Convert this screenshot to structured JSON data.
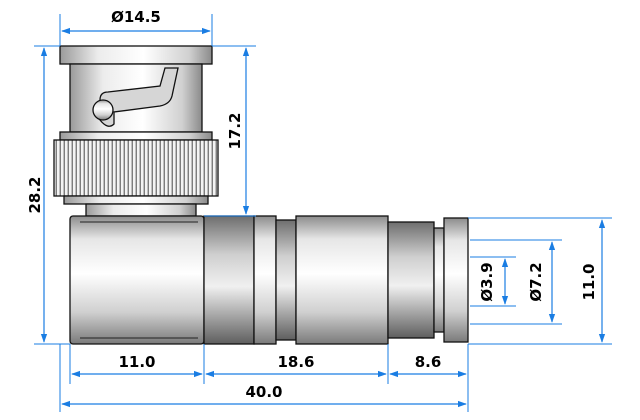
{
  "drawing": {
    "subject": "right-angle BNC connector",
    "colors": {
      "dimension": "#1a7de3",
      "outline": "#111111",
      "body_light": "#f2f2f2",
      "body_mid": "#d9d9d9",
      "body_dark": "#9e9e9e"
    },
    "dimensions": {
      "head_diameter": "Ø14.5",
      "head_height": "17.2",
      "total_height": "28.2",
      "pin_diameter": "Ø3.9",
      "ferrule_diameter": "Ø7.2",
      "body_height": "11.0",
      "elbow_length": "11.0",
      "sleeve_length": "18.6",
      "ferrule_length": "8.6",
      "total_length": "40.0"
    }
  }
}
